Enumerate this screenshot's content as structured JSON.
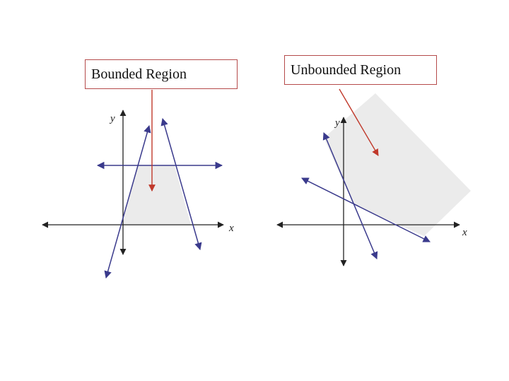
{
  "bounded": {
    "callout_text": "Bounded Region",
    "x_label": "x",
    "y_label": "y"
  },
  "unbounded": {
    "callout_text": "Unbounded Region",
    "x_label": "x",
    "y_label": "y"
  },
  "colors": {
    "axis": "#222222",
    "line": "#3a3a8c",
    "arrow": "#c0392b",
    "region": "#ebebeb",
    "callout_border": "#b54a4a"
  }
}
